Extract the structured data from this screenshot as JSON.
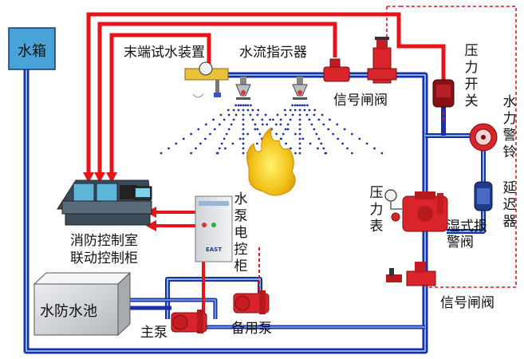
{
  "labels": {
    "water_tank": "水箱",
    "end_test_device": "末端试水装置",
    "flow_indicator": "水流指示器",
    "signal_valve_top": "信号闸阀",
    "pressure_switch": "压力开关",
    "water_bell": "水力警铃",
    "delayer": "延迟器",
    "pressure_gauge": "压力表",
    "wet_alarm_valve": "湿式报警阀",
    "pump_control_cabinet": "水泵电控柜",
    "control_room_line1": "消防控制室",
    "control_room_line2": "联动控制柜",
    "fire_pool": "水防水池",
    "main_pump": "主泵",
    "standby_pump": "备用泵",
    "signal_valve_bottom": "信号闸阀",
    "cabinet_brand": "EAST"
  },
  "colors": {
    "pipe_blue": "#1a2fa8",
    "pipe_inner": "#7fb6e6",
    "signal_red": "#e8141a",
    "tank_fill": "#4aa3d6",
    "pool_fill": "#c9ccd0",
    "device_red": "#d8242a"
  }
}
